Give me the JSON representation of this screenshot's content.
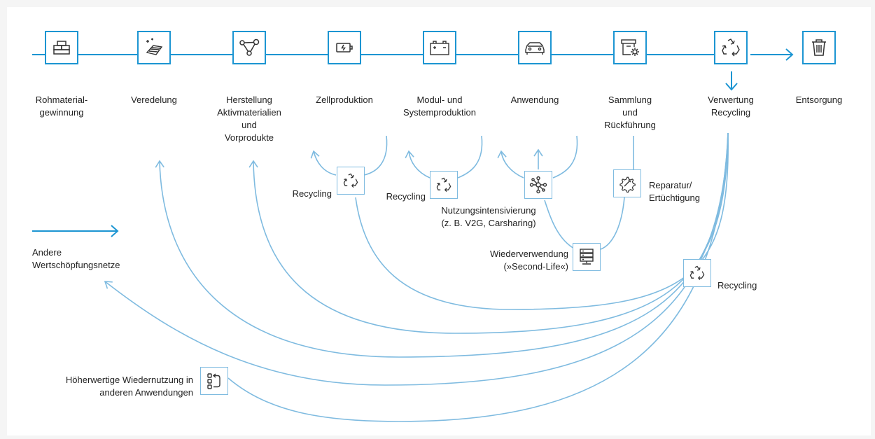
{
  "colors": {
    "main": "#1c95d2",
    "secondary": "#7fbbe0",
    "text": "#222222"
  },
  "stages": [
    {
      "lines": [
        "Rohmaterial-",
        "gewinnung"
      ],
      "icon": "gold-bars-icon"
    },
    {
      "lines": [
        "Veredelung"
      ],
      "icon": "refined-gold-icon"
    },
    {
      "lines": [
        "Herstellung",
        "Aktivmaterialien",
        "und",
        "Vorprodukte"
      ],
      "icon": "molecule-icon"
    },
    {
      "lines": [
        "Zellproduktion"
      ],
      "icon": "battery-cell-icon"
    },
    {
      "lines": [
        "Modul- und",
        "Systemproduktion"
      ],
      "icon": "battery-module-icon"
    },
    {
      "lines": [
        "Anwendung"
      ],
      "icon": "car-icon"
    },
    {
      "lines": [
        "Sammlung",
        "und",
        "Rückführung"
      ],
      "icon": "collection-box-icon"
    },
    {
      "lines": [
        "Verwertung",
        "Recycling"
      ],
      "icon": "recycle-icon"
    },
    {
      "lines": [
        "Entsorgung"
      ],
      "icon": "trash-icon"
    }
  ],
  "loops": {
    "recycling_1": "Recycling",
    "recycling_2": "Recycling",
    "nutzung_1": "Nutzungsintensivierung",
    "nutzung_2": "(z. B. V2G, Carsharing)",
    "reparatur_1": "Reparatur/",
    "reparatur_2": "Ertüchtigung",
    "wiederverwendung_1": "Wiederverwendung",
    "wiederverwendung_2": "(»Second-Life«)",
    "recycling_3": "Recycling",
    "hoeher_1": "Höherwertige Wiedernutzung in",
    "hoeher_2": "anderen Anwendungen"
  },
  "legend": {
    "line1": "Andere",
    "line2": "Wertschöpfungsnetze"
  }
}
